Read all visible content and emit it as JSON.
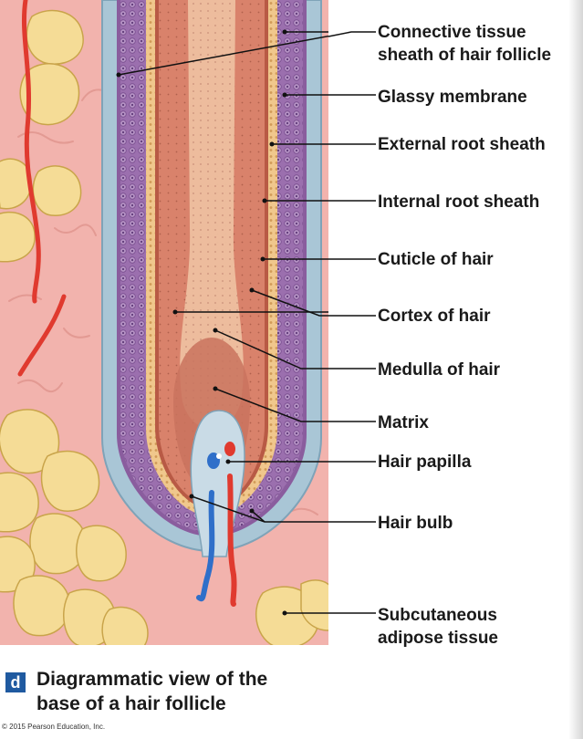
{
  "labels": {
    "connective_1": "Connective tissue",
    "connective_2": "sheath of hair follicle",
    "glassy": "Glassy membrane",
    "external": "External root sheath",
    "internal": "Internal root sheath",
    "cuticle": "Cuticle of hair",
    "cortex": "Cortex of hair",
    "medulla": "Medulla of hair",
    "matrix": "Matrix",
    "papilla": "Hair papilla",
    "bulb": "Hair bulb",
    "adipose_1": "Subcutaneous",
    "adipose_2": "adipose tissue"
  },
  "caption": {
    "letter": "d",
    "line1": "Diagrammatic view of the",
    "line2": "base of a hair follicle"
  },
  "copyright": "© 2015 Pearson Education, Inc.",
  "colors": {
    "dermis": "#f2b3ad",
    "sheath": "#a9c6d6",
    "external_root_sheath": "#9b6fae",
    "internal_root_sheath": "#f0c78c",
    "cortex": "#d9826b",
    "medulla": "#eebfa0",
    "matrix": "#c9735e",
    "papilla": "#c9dbe6",
    "adipose": "#f5dc96",
    "artery": "#e03a2f",
    "vein": "#2f6fc9"
  }
}
